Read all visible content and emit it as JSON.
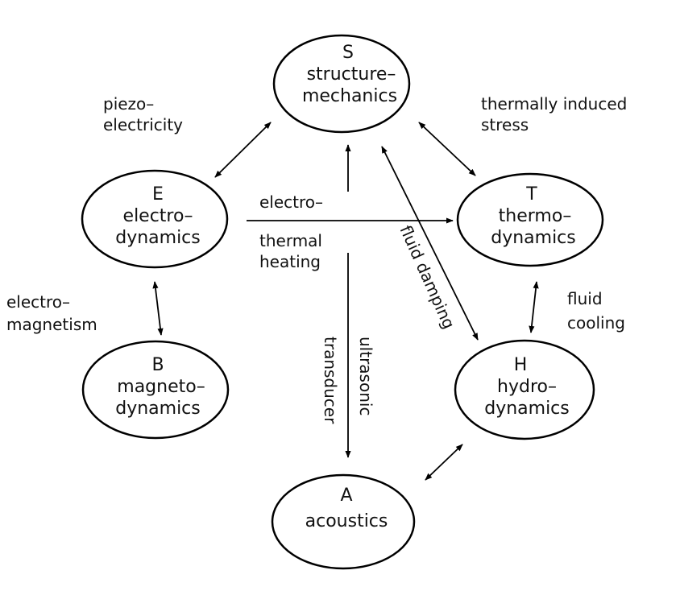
{
  "nodes": {
    "S": {
      "letter": "S",
      "line1": "structure–",
      "line2": "mechanics"
    },
    "E": {
      "letter": "E",
      "line1": "electro–",
      "line2": "dynamics"
    },
    "T": {
      "letter": "T",
      "line1": "thermo–",
      "line2": "dynamics"
    },
    "B": {
      "letter": "B",
      "line1": "magneto–",
      "line2": "dynamics"
    },
    "H": {
      "letter": "H",
      "line1": "hydro–",
      "line2": "dynamics"
    },
    "A": {
      "letter": "A",
      "line1": "acoustics"
    }
  },
  "edges": {
    "piezo": {
      "line1": "piezo–",
      "line2": "electricity"
    },
    "thermal_stress": {
      "line1": "thermally induced",
      "line2": "stress"
    },
    "electrothermal": {
      "line1": "electro–",
      "line2": "thermal",
      "line3": "heating"
    },
    "electromagnetism": {
      "line1": "electro–",
      "line2": "magnetism"
    },
    "fluid_cooling": {
      "line1": "fluid",
      "line2": "cooling"
    },
    "fluid_damping": {
      "label": "fluid damping"
    },
    "ultrasonic": {
      "line1": "ultrasonic",
      "line2": "transducer"
    }
  }
}
